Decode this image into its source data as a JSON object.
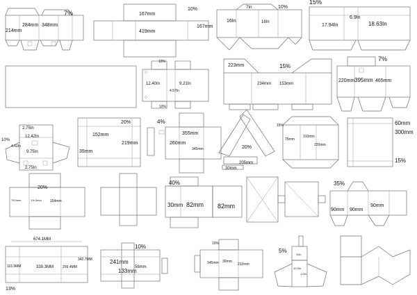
{
  "labels": {
    "t1": "7%",
    "t2": "284mm",
    "t3": "348mm",
    "t4": "214mm",
    "t5": "167mm",
    "t6": "10%",
    "t7": "419mm",
    "t8": "167mm",
    "t9": "7In",
    "t10": "10%",
    "t11": "16In",
    "t12": "16In",
    "t13": "15%",
    "t14": "6.9In",
    "t15": "17.94In",
    "t16": "18.63In",
    "t17": "10%",
    "t18": "12.40In",
    "t19": "4.57In",
    "t20": "9.21In",
    "t21": "10%",
    "t22": "223mm",
    "t23": "15%",
    "t24": "234mm",
    "t25": "153mm",
    "t26": "7%",
    "t27": "220mm",
    "t28": "395mm",
    "t29": "465mm",
    "t30": "2.75In",
    "t31": "12.42In",
    "t32": "10%",
    "t33": "9.75In",
    "t34": "4.42In",
    "t35": "2.75In",
    "t36": "20%",
    "t37": "152mm",
    "t38": "35mm",
    "t39": "219mm",
    "t40": "4%",
    "t41": "355mm",
    "t42": "260mm",
    "t43": "345mm",
    "t44": "20%",
    "t45": "205mm",
    "t46": "30mm",
    "t47": "15%",
    "t48": "75mm",
    "t49": "310mm",
    "t50": "220mm",
    "t51": "60mm",
    "t52": "300mm",
    "t53": "15%",
    "t54": "20%",
    "t55": "75.0mm",
    "t56": "1%.0mm",
    "t57": "154mm",
    "t58": "40%",
    "t59": "30mm",
    "t60": "82mm",
    "t61": "82mm",
    "t62": "35%",
    "t63": "90mm",
    "t64": "90mm",
    "t65": "90mm",
    "t66": "674.1MM",
    "t67": "115.9MM",
    "t68": "339.3MM",
    "t69": "209.4MM",
    "t70": "342.7MM",
    "t71": "13%",
    "t72": "10%",
    "t73": "241mm",
    "t74": "133mm",
    "t75": "56mm",
    "t76": "10%",
    "t77": "145mm",
    "t78": "30mm",
    "t79": "210mm",
    "t80": "5%",
    "t81": "11In",
    "t82": "10.3In",
    "t83": "1.0In"
  }
}
